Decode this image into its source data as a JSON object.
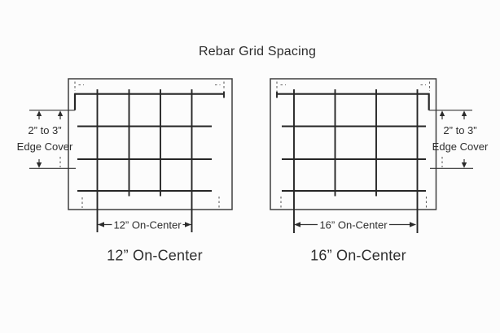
{
  "title": "Rebar Grid Spacing",
  "colors": {
    "background": "#fcfcfc",
    "line": "#2b2b2b",
    "text": "#2e2e2e"
  },
  "left_panel": {
    "caption": "12” On-Center",
    "dimension_label": "12” On-Center",
    "edge_cover_line1": "2” to 3”",
    "edge_cover_line2": "Edge Cover"
  },
  "right_panel": {
    "caption": "16” On-Center",
    "dimension_label": "16” On-Center",
    "edge_cover_line1": "2” to 3”",
    "edge_cover_line2": "Edge Cover"
  }
}
